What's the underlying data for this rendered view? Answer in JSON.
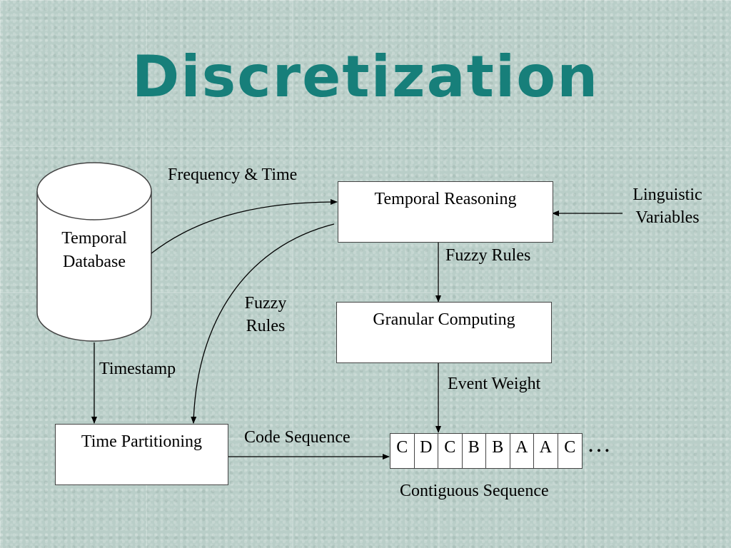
{
  "slide": {
    "title": "Discretization",
    "title_color": "#177f7a",
    "background_color": "#b9cec8"
  },
  "diagram": {
    "database": {
      "line1": "Temporal",
      "line2": "Database"
    },
    "nodes": {
      "temporal_reasoning": "Temporal Reasoning",
      "granular_computing": "Granular Computing",
      "time_partitioning": "Time Partitioning"
    },
    "labels": {
      "frequency_time": "Frequency & Time",
      "linguistic_line1": "Linguistic",
      "linguistic_line2": "Variables",
      "fuzzy_rules_right": "Fuzzy Rules",
      "fuzzy_rules_left_line1": "Fuzzy",
      "fuzzy_rules_left_line2": "Rules",
      "timestamp": "Timestamp",
      "event_weight": "Event Weight",
      "code_sequence": "Code Sequence",
      "contiguous_sequence": "Contiguous Sequence"
    },
    "sequence": [
      "C",
      "D",
      "C",
      "B",
      "B",
      "A",
      "A",
      "C"
    ],
    "ellipsis": "…"
  }
}
